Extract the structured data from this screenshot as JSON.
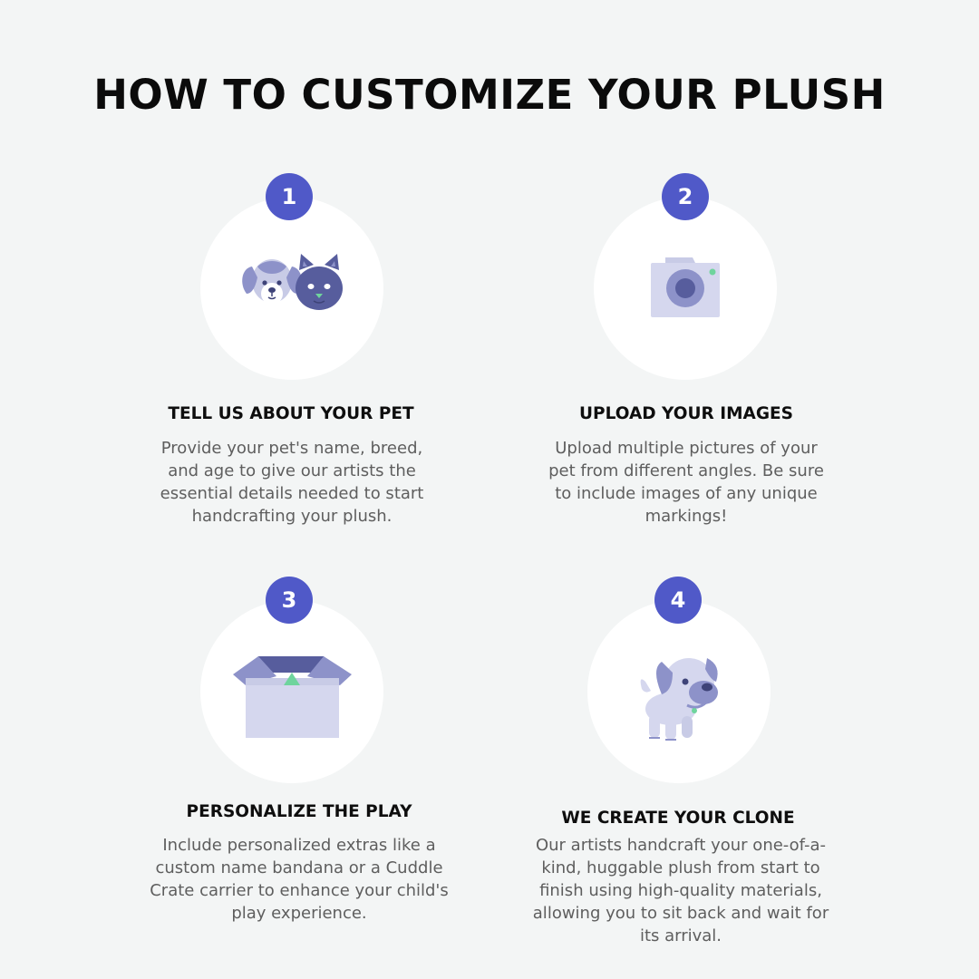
{
  "title": "HOW TO CUSTOMIZE YOUR PLUSH",
  "colors": {
    "background": "#f3f5f5",
    "badge": "#5059c8",
    "icon_primary": "#8d92c9",
    "icon_light": "#d5d7ee",
    "icon_dark": "#575d9d",
    "accent_green": "#6fd49d"
  },
  "steps": [
    {
      "number": "1",
      "icon": "dog-and-cat-icon",
      "heading": "TELL US ABOUT YOUR PET",
      "description": "Provide your pet's name, breed, and age to give our artists the essential details needed to start handcrafting your plush."
    },
    {
      "number": "2",
      "icon": "camera-icon",
      "heading": "UPLOAD YOUR IMAGES",
      "description": "Upload multiple pictures of your pet from different angles. Be sure to include images of any unique markings!"
    },
    {
      "number": "3",
      "icon": "open-box-icon",
      "heading": "PERSONALIZE THE PLAY",
      "description": "Include personalized extras like a custom name bandana or a Cuddle Crate carrier to enhance your child's play experience."
    },
    {
      "number": "4",
      "icon": "puppy-plush-icon",
      "heading": "WE CREATE YOUR CLONE",
      "description": "Our artists handcraft your one-of-a-kind, huggable plush from start to finish using high-quality materials, allowing you to sit back and wait for its arrival."
    }
  ]
}
